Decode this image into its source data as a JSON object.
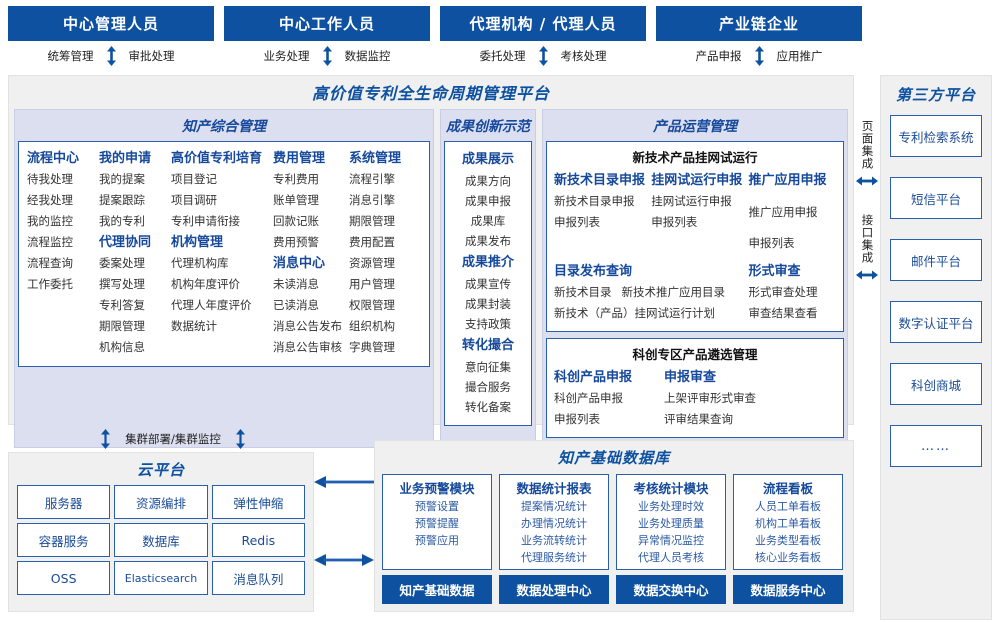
{
  "colors": {
    "brand_blue": "#0D51A0",
    "zone_bg": "#DCDFF0",
    "panel_bg": "#f0f0f0",
    "link_text": "#333333",
    "head_text": "#16499B"
  },
  "roles": [
    {
      "title": "中心管理人员",
      "flows": [
        "统筹管理",
        "审批处理"
      ]
    },
    {
      "title": "中心工作人员",
      "flows": [
        "业务处理",
        "数据监控"
      ]
    },
    {
      "title": "代理机构 / 代理人员",
      "flows": [
        "委托处理",
        "考核处理"
      ]
    },
    {
      "title": "产业链企业",
      "flows": [
        "产品申报",
        "应用推广"
      ]
    }
  ],
  "platform": {
    "title": "高价值专利全生命周期管理平台",
    "zones": {
      "izc": {
        "title": "知产综合管理",
        "columns": [
          {
            "key": "liucheng",
            "blocks": [
              {
                "head": "流程中心",
                "items": [
                  "待我处理",
                  "经我处理",
                  "我的监控",
                  "流程监控",
                  "流程查询",
                  "工作委托"
                ]
              }
            ]
          },
          {
            "key": "wodeshenqing",
            "blocks": [
              {
                "head": "我的申请",
                "items": [
                  "我的提案",
                  "提案跟踪",
                  "我的专利"
                ]
              },
              {
                "head": "代理协同",
                "items": [
                  "委案处理",
                  "撰写处理",
                  "专利答复",
                  "期限管理",
                  "机构信息"
                ]
              }
            ]
          },
          {
            "key": "gaojiazhi",
            "blocks": [
              {
                "head": "高价值专利培育",
                "items": [
                  "项目登记",
                  "项目调研",
                  "专利申请衔接"
                ]
              },
              {
                "head": "机构管理",
                "items": [
                  "代理机构库",
                  "机构年度评价",
                  "代理人年度评价",
                  "数据统计"
                ]
              }
            ]
          },
          {
            "key": "feiyong",
            "blocks": [
              {
                "head": "费用管理",
                "items": [
                  "专利费用",
                  "账单管理",
                  "回款记账",
                  "费用预警"
                ]
              },
              {
                "head": "消息中心",
                "items": [
                  "未读消息",
                  "已读消息",
                  "消息公告发布",
                  "消息公告审核"
                ]
              }
            ]
          },
          {
            "key": "xitong",
            "blocks": [
              {
                "head": "系统管理",
                "items": [
                  "流程引擎",
                  "消息引擎",
                  "期限管理",
                  "费用配置",
                  "资源管理",
                  "用户管理",
                  "权限管理",
                  "组织机构",
                  "字典管理"
                ]
              }
            ]
          }
        ]
      },
      "cgcx": {
        "title": "成果创新示范",
        "blocks": [
          {
            "head": "成果展示",
            "items": [
              "成果方向",
              "成果申报",
              "成果库",
              "成果发布"
            ]
          },
          {
            "head": "成果推介",
            "items": [
              "成果宣传",
              "成果封装",
              "支持政策"
            ]
          },
          {
            "head": "转化撮合",
            "items": [
              "意向征集",
              "撮合服务",
              "转化备案"
            ]
          }
        ]
      },
      "cpyy": {
        "title": "产品运营管理",
        "panels": [
          {
            "title": "新技术产品挂网试运行",
            "row1": [
              {
                "head": "新技术目录申报",
                "items": [
                  "新技术目录申报",
                  "申报列表"
                ]
              },
              {
                "head": "挂网试运行申报",
                "items": [
                  "挂网试运行申报",
                  "申报列表"
                ]
              },
              {
                "head": "推广应用申报",
                "items": [
                  "推广应用申报",
                  "申报列表"
                ]
              }
            ],
            "row2_left": {
              "head": "目录发布查询",
              "line1": [
                "新技术目录",
                "新技术推广应用目录"
              ],
              "line2": [
                "新技术（产品）挂网试运行计划"
              ]
            },
            "row2_right": {
              "head": "形式审查",
              "items": [
                "形式审查处理",
                "审查结果查看"
              ]
            }
          },
          {
            "title": "科创专区产品遴选管理",
            "cols": [
              {
                "head": "科创产品申报",
                "items": [
                  "科创产品申报",
                  "申报列表"
                ]
              },
              {
                "head": "申报审查",
                "items": [
                  "上架评审形式审查",
                  "评审结果查询"
                ]
              }
            ]
          }
        ]
      }
    }
  },
  "integration": {
    "page_label": "页面集成",
    "api_label": "接口集成"
  },
  "third_party": {
    "title": "第三方平台",
    "items": [
      "专利检索系统",
      "短信平台",
      "邮件平台",
      "数字认证平台",
      "科创商城",
      "……"
    ]
  },
  "cluster": {
    "label": "集群部署/集群监控"
  },
  "cloud": {
    "title": "云平台",
    "items": [
      "服务器",
      "资源编排",
      "弹性伸缩",
      "容器服务",
      "数据库",
      "Redis",
      "OSS",
      "Elasticsearch",
      "消息队列"
    ]
  },
  "kdb": {
    "title": "知产基础数据库",
    "columns": [
      {
        "head": "业务预警模块",
        "items": [
          "预警设置",
          "预警提醒",
          "预警应用"
        ],
        "footer": "知产基础数据"
      },
      {
        "head": "数据统计报表",
        "items": [
          "提案情况统计",
          "办理情况统计",
          "业务流转统计",
          "代理服务统计"
        ],
        "footer": "数据处理中心"
      },
      {
        "head": "考核统计模块",
        "items": [
          "业务处理时效",
          "业务处理质量",
          "异常情况监控",
          "代理人员考核"
        ],
        "footer": "数据交换中心"
      },
      {
        "head": "流程看板",
        "items": [
          "人员工单看板",
          "机构工单看板",
          "业务类型看板",
          "核心业务看板"
        ],
        "footer": "数据服务中心"
      }
    ]
  }
}
